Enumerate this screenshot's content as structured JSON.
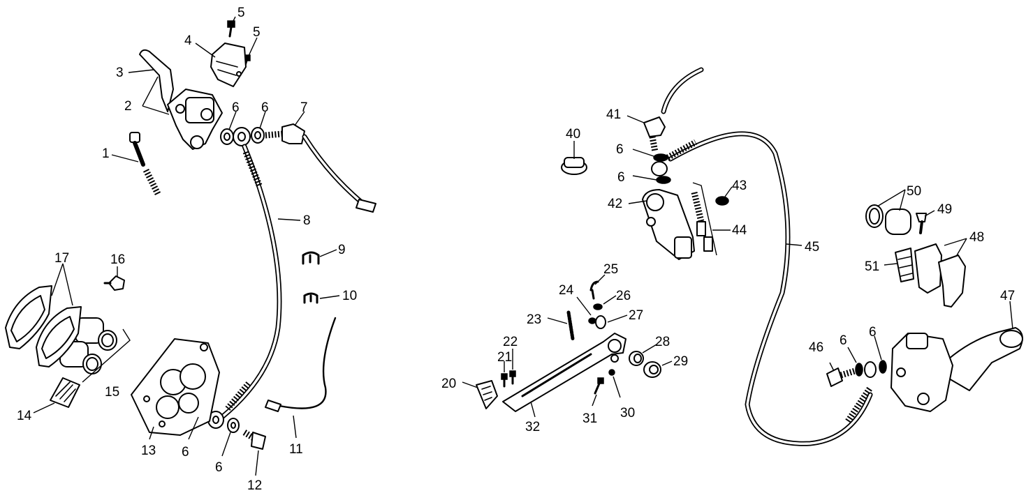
{
  "labels": [
    {
      "id": "l5a",
      "text": "5"
    },
    {
      "id": "l5b",
      "text": "5"
    },
    {
      "id": "l4",
      "text": "4"
    },
    {
      "id": "l3",
      "text": "3"
    },
    {
      "id": "l2",
      "text": "2"
    },
    {
      "id": "l1",
      "text": "1"
    },
    {
      "id": "l6a",
      "text": "6"
    },
    {
      "id": "l6b",
      "text": "6"
    },
    {
      "id": "l7",
      "text": "7"
    },
    {
      "id": "l8",
      "text": "8"
    },
    {
      "id": "l9",
      "text": "9"
    },
    {
      "id": "l10",
      "text": "10"
    },
    {
      "id": "l11",
      "text": "11"
    },
    {
      "id": "l12",
      "text": "12"
    },
    {
      "id": "l6c",
      "text": "6"
    },
    {
      "id": "l6d",
      "text": "6"
    },
    {
      "id": "l13",
      "text": "13"
    },
    {
      "id": "l14",
      "text": "14"
    },
    {
      "id": "l15",
      "text": "15"
    },
    {
      "id": "l16",
      "text": "16"
    },
    {
      "id": "l17",
      "text": "17"
    },
    {
      "id": "l20",
      "text": "20"
    },
    {
      "id": "l21",
      "text": "21"
    },
    {
      "id": "l22",
      "text": "22"
    },
    {
      "id": "l23",
      "text": "23"
    },
    {
      "id": "l24",
      "text": "24"
    },
    {
      "id": "l25",
      "text": "25"
    },
    {
      "id": "l26",
      "text": "26"
    },
    {
      "id": "l27",
      "text": "27"
    },
    {
      "id": "l28",
      "text": "28"
    },
    {
      "id": "l29",
      "text": "29"
    },
    {
      "id": "l30",
      "text": "30"
    },
    {
      "id": "l31",
      "text": "31"
    },
    {
      "id": "l32",
      "text": "32"
    },
    {
      "id": "l40",
      "text": "40"
    },
    {
      "id": "l41",
      "text": "41"
    },
    {
      "id": "l6e",
      "text": "6"
    },
    {
      "id": "l6f",
      "text": "6"
    },
    {
      "id": "l42",
      "text": "42"
    },
    {
      "id": "l43",
      "text": "43"
    },
    {
      "id": "l44",
      "text": "44"
    },
    {
      "id": "l45",
      "text": "45"
    },
    {
      "id": "l46",
      "text": "46"
    },
    {
      "id": "l6g",
      "text": "6"
    },
    {
      "id": "l6h",
      "text": "6"
    },
    {
      "id": "l47",
      "text": "47"
    },
    {
      "id": "l48",
      "text": "48"
    },
    {
      "id": "l49",
      "text": "49"
    },
    {
      "id": "l50",
      "text": "50"
    },
    {
      "id": "l51",
      "text": "51"
    }
  ]
}
